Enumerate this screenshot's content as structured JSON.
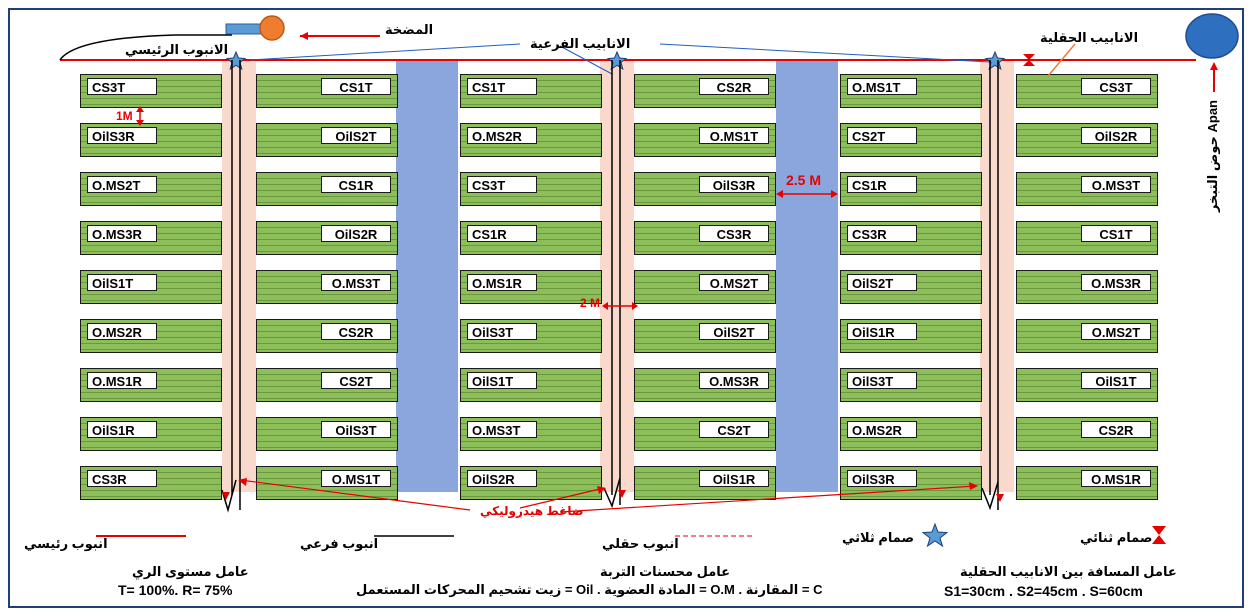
{
  "title_labels": {
    "sprayer": "المضخة",
    "main_pipe": "الانبوب الرئيسي",
    "sub_pipes": "الانابيب الفرعية",
    "field_pipes": "الانابيب الحقلية",
    "basin": "حوض التبخر Apan",
    "hydraulic": "ضاغط هيدروليكي"
  },
  "distances": {
    "row_gap": "1M",
    "block_gap": "2.5 M",
    "lane_gap": "2 M"
  },
  "legend": {
    "main_pipe": "انبوب رئيسي",
    "sub_pipe": "انبوب فرعي",
    "field_pipe": "انبوب حقلي",
    "triple_valve": "صمام ثلاثي",
    "double_valve": "صمام ثنائي"
  },
  "factors": {
    "irrigation_title": "عامل مستوى الري",
    "irrigation_values": "T= 100%. R= 75%",
    "soil_title": "عامل محسنات التربة",
    "soil_values": "زيت تشحيم المحركات المستعمل = Oil . المادة العضوية = O.M . المقارنة = C",
    "spacing_title": "عامل المسافة بين الانابيب الحقلية",
    "spacing_values": "S1=30cm . S2=45cm . S=60cm"
  },
  "columns": [
    [
      "CS3T",
      "OilS3R",
      "O.MS2T",
      "O.MS3R",
      "OilS1T",
      "O.MS2R",
      "O.MS1R",
      "OilS1R",
      "CS3R"
    ],
    [
      "CS1T",
      "OilS2T",
      "CS1R",
      "OilS2R",
      "O.MS3T",
      "CS2R",
      "CS2T",
      "OilS3T",
      "O.MS1T"
    ],
    [
      "CS1T",
      "O.MS2R",
      "CS3T",
      "CS1R",
      "O.MS1R",
      "OilS3T",
      "OilS1T",
      "O.MS3T",
      "OilS2R"
    ],
    [
      "CS2R",
      "O.MS1T",
      "OilS3R",
      "CS3R",
      "O.MS2T",
      "OilS2T",
      "O.MS3R",
      "CS2T",
      "OilS1R"
    ],
    [
      "O.MS1T",
      "CS2T",
      "CS1R",
      "CS3R",
      "OilS2T",
      "OilS1R",
      "OilS3T",
      "O.MS2R",
      "OilS3R"
    ],
    [
      "CS3T",
      "OilS2R",
      "O.MS3T",
      "CS1T",
      "O.MS3R",
      "O.MS2T",
      "OilS1T",
      "CS2R",
      "O.MS1R"
    ]
  ],
  "colors": {
    "plot_green": "#8cbf5a",
    "road_blue": "#8aa6dc",
    "lane_pink": "#f9d9cc",
    "pipe_red": "#e60000",
    "basin_blue": "#2e6fc0",
    "sprayer_orange": "#ee7d31"
  }
}
